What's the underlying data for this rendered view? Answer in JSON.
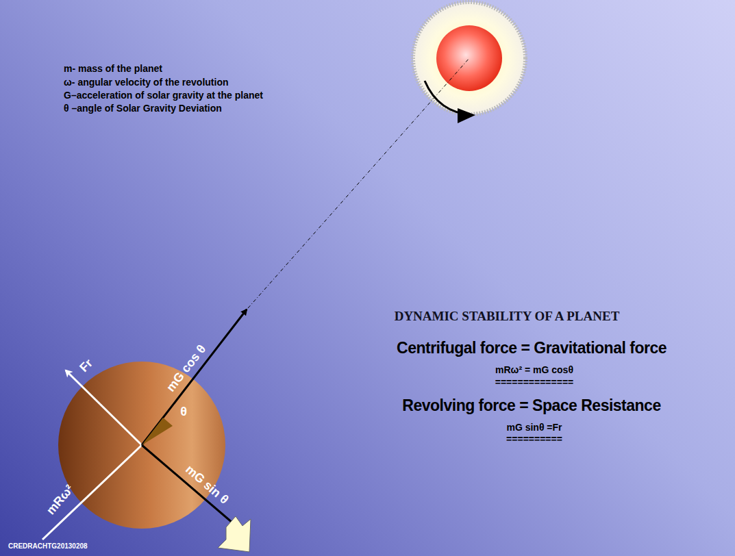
{
  "diagram": {
    "title": "DYNAMIC STABILITY OF A PLANET",
    "labels": [
      "m- mass of the planet",
      "ω- angular velocity of the revolution",
      "G–acceleration of solar gravity at the planet",
      "θ –angle of Solar Gravity Deviation",
      "Centrifugal force = Gravitational force",
      "mRω² = mG cosθ",
      "==============",
      "Revolving force = Space Resistance",
      "mG sinθ =Fr",
      "==========",
      "mG cos θ",
      "Fr",
      "θ",
      "mG sin θ",
      "mRω²",
      "CREDRACHTG20130208"
    ]
  }
}
